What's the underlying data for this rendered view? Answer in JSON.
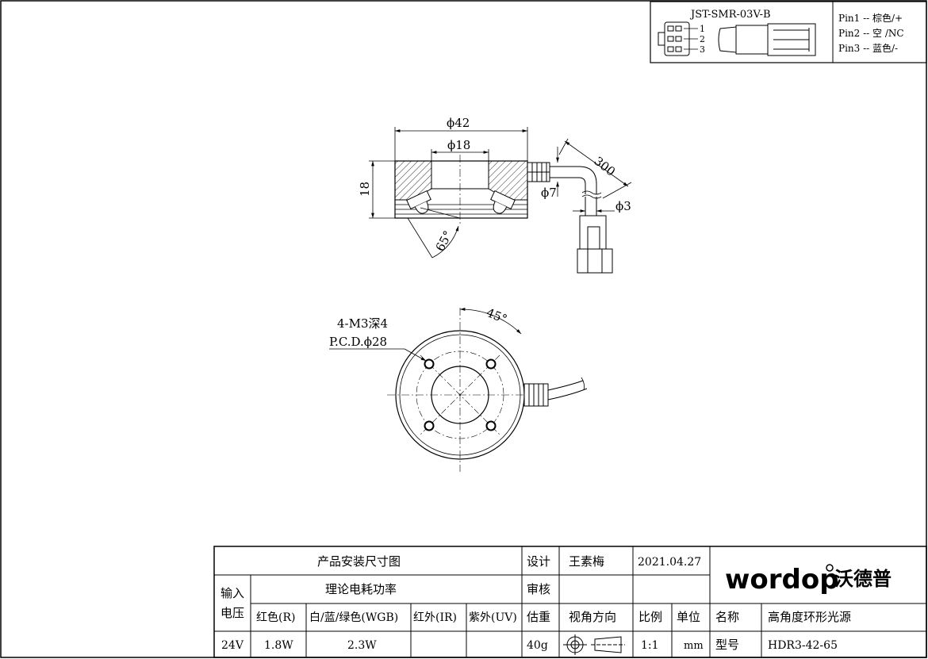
{
  "connector": {
    "model": "JST-SMR-03V-B",
    "pin_numbers": [
      "1",
      "2",
      "3"
    ],
    "pins": [
      "Pin1 -- 棕色/+",
      "Pin2 -- 空 /NC",
      "Pin3 -- 蓝色/-"
    ]
  },
  "side_view": {
    "outer_diameter": "ϕ42",
    "inner_diameter": "ϕ18",
    "height": "18",
    "angle": "65°",
    "cable_length": "300",
    "cable_gland": "ϕ7",
    "cable_diameter": "ϕ3"
  },
  "top_view": {
    "holes": "4-M3深4",
    "pcd": "P.C.D.ϕ28",
    "hole_angle": "45°"
  },
  "title_block": {
    "title": "产品安装尺寸图",
    "design_label": "设计",
    "designer": "王素梅",
    "date": "2021.04.27",
    "review_label": "审核",
    "input_voltage_label": "输入\n电压",
    "input_voltage_line1": "输入",
    "input_voltage_line2": "电压",
    "power_label": "理论电耗功率",
    "col_red": "红色(R)",
    "col_wgb": "白/蓝/绿色(WGB)",
    "col_ir": "红外(IR)",
    "col_uv": "紫外(UV)",
    "weight_label": "估重",
    "view_label": "视角方向",
    "scale_label": "比例",
    "unit_label": "单位",
    "name_label": "名称",
    "name_value": "高角度环形光源",
    "voltage": "24V",
    "power_red": "1.8W",
    "power_wgb": "2.3W",
    "weight": "40g",
    "scale": "1:1",
    "unit": "mm",
    "model_label": "型号",
    "model_value": "HDR3-42-65",
    "logo_text": "wordop",
    "logo_cn": "沃德普"
  }
}
